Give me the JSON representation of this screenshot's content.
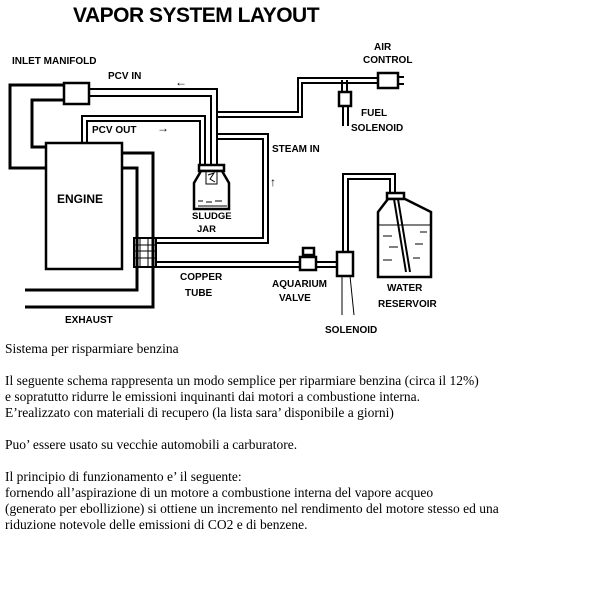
{
  "diagram": {
    "title": "VAPOR SYSTEM LAYOUT",
    "labels": {
      "inlet_manifold": "INLET MANIFOLD",
      "pcv_in": "PCV IN",
      "pcv_out": "PCV OUT",
      "air_control_1": "AIR",
      "air_control_2": "CONTROL",
      "fuel_solenoid_1": "FUEL",
      "fuel_solenoid_2": "SOLENOID",
      "steam_in": "STEAM IN",
      "engine": "ENGINE",
      "sludge_jar_1": "SLUDGE",
      "sludge_jar_2": "JAR",
      "copper_tube_1": "COPPER",
      "copper_tube_2": "TUBE",
      "aquarium_valve_1": "AQUARIUM",
      "aquarium_valve_2": "VALVE",
      "water_reservoir_1": "WATER",
      "water_reservoir_2": "RESERVOIR",
      "solenoid": "SOLENOID",
      "exhaust": "EXHAUST"
    },
    "arrows": {
      "pcv_in": "←",
      "pcv_out": "→",
      "steam_in": "↑"
    }
  },
  "text": {
    "heading": "Sistema per risparmiare benzina",
    "para1": [
      "Il seguente schema rappresenta un modo semplice per riparmiare benzina (circa il 12%)",
      "e sopratutto ridurre le emissioni inquinanti dai motori a combustione interna.",
      "E’realizzato con materiali di recupero (la lista sara’ disponibile a giorni)"
    ],
    "para2": "Puo’ essere usato su vecchie automobili a carburatore.",
    "para3": [
      "Il principio di funzionamento e’ il seguente:",
      "fornendo all’aspirazione di un motore a combustione interna del vapore acqueo",
      "(generato per ebollizione) si ottiene un incremento nel rendimento del motore stesso ed una",
      "riduzione notevole delle emissioni di CO2 e di benzene."
    ]
  }
}
